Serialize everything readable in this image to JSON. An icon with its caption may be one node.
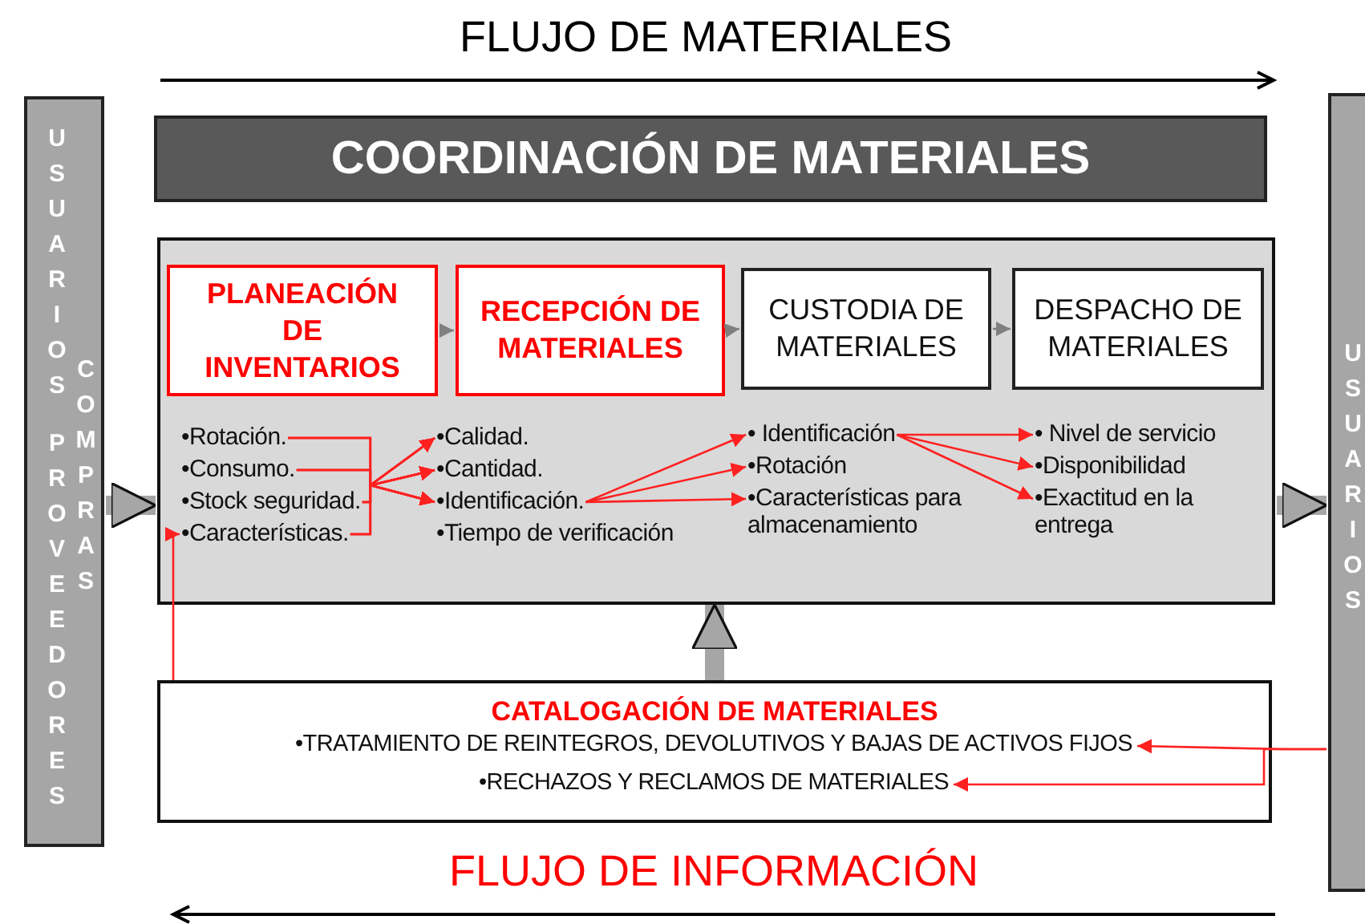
{
  "diagram": {
    "nodes": [
      {
        "text": [
          "USUARIOS",
          "PROVEEDORES",
          "COMPRAS"
        ]
      },
      {
        "text": [
          "USUARIOS"
        ]
      },
      {
        "text": [
          "COORDINACIÓN DE MATERIALES"
        ]
      },
      {
        "text": [],
        "shape": "box"
      },
      {
        "text": [
          "PLANEACIÓN DE INVENTARIOS"
        ],
        "in": 3
      },
      {
        "text": [
          "RECEPCIÓN DE MATERIALES"
        ],
        "in": 3
      },
      {
        "text": [
          "CUSTODIA DE MATERIALES"
        ],
        "in": 3
      },
      {
        "text": [
          "DESPACHO DE MATERIALES"
        ],
        "in": 3
      },
      {
        "text": [
          "•Rotación."
        ],
        "in": 3
      },
      {
        "text": [
          "•Consumo."
        ],
        "in": 3
      },
      {
        "text": [
          "•Stock seguridad."
        ],
        "in": 3
      },
      {
        "text": [
          "•Características."
        ],
        "in": 3
      },
      {
        "text": [
          "•Calidad."
        ],
        "in": 3
      },
      {
        "text": [
          "•Cantidad."
        ],
        "in": 3
      },
      {
        "text": [
          "•Identificación."
        ],
        "in": 3
      },
      {
        "text": [
          "•Tiempo de verificación"
        ],
        "in": 3
      },
      {
        "text": [
          "• Identificación"
        ],
        "in": 3
      },
      {
        "text": [
          "•Rotación"
        ],
        "in": 3
      },
      {
        "text": [
          "•Características para almacenamiento"
        ],
        "in": 3
      },
      {
        "text": [
          "• Nivel de servicio"
        ],
        "in": 3
      },
      {
        "text": [
          "•Disponibilidad"
        ],
        "in": 3
      },
      {
        "text": [
          "•Exactitud en la entrega"
        ],
        "in": 3
      },
      {
        "text": [
          "CATALOGACIÓN DE MATERIALES"
        ]
      },
      {
        "text": [
          "•TRATAMIENTO DE REINTEGROS, DEVOLUTIVOS Y BAJAS DE ACTIVOS FIJOS"
        ],
        "in": 22
      },
      {
        "text": [
          "•RECHAZOS Y RECLAMOS DE MATERIALES"
        ],
        "in": 22
      }
    ],
    "edges": [
      {
        "from": 0,
        "to": 3,
        "arrow": "to",
        "style": "thick",
        "color": "#a6a6a6"
      },
      {
        "from": 3,
        "to": 1,
        "arrow": "to",
        "style": "thick",
        "color": "#a6a6a6"
      },
      {
        "from": 4,
        "to": 5,
        "arrow": "to",
        "color": "#808080"
      },
      {
        "from": 5,
        "to": 6,
        "arrow": "to",
        "color": "#808080"
      },
      {
        "from": 6,
        "to": 7,
        "arrow": "to",
        "color": "#808080"
      },
      {
        "from": 8,
        "to": 12,
        "arrow": "to"
      },
      {
        "from": 8,
        "to": 13,
        "arrow": "to"
      },
      {
        "from": 8,
        "to": 14,
        "arrow": "to"
      },
      {
        "from": 9,
        "to": 12,
        "arrow": "to"
      },
      {
        "from": 9,
        "to": 13,
        "arrow": "to"
      },
      {
        "from": 9,
        "to": 14,
        "arrow": "to"
      },
      {
        "from": 10,
        "to": 12,
        "arrow": "to"
      },
      {
        "from": 10,
        "to": 13,
        "arrow": "to"
      },
      {
        "from": 10,
        "to": 14,
        "arrow": "to"
      },
      {
        "from": 11,
        "to": 12,
        "arrow": "to"
      },
      {
        "from": 11,
        "to": 13,
        "arrow": "to"
      },
      {
        "from": 11,
        "to": 14,
        "arrow": "to"
      },
      {
        "from": 14,
        "to": 16,
        "arrow": "to"
      },
      {
        "from": 14,
        "to": 17,
        "arrow": "to"
      },
      {
        "from": 14,
        "to": 18,
        "arrow": "to"
      },
      {
        "from": 16,
        "to": 19,
        "arrow": "to"
      },
      {
        "from": 16,
        "to": 20,
        "arrow": "to"
      },
      {
        "from": 16,
        "to": 21,
        "arrow": "to"
      },
      {
        "from": 22,
        "to": 3,
        "arrow": "to",
        "style": "thick",
        "color": "#a6a6a6"
      },
      {
        "from": 22,
        "to": 11,
        "arrow": "to"
      },
      {
        "from": 1,
        "to": 23,
        "arrow": "to"
      },
      {
        "from": 1,
        "to": 24,
        "arrow": "to"
      }
    ],
    "labels": [
      "FLUJO DE MATERIALES",
      "FLUJO DE INFORMACIÓN"
    ]
  }
}
